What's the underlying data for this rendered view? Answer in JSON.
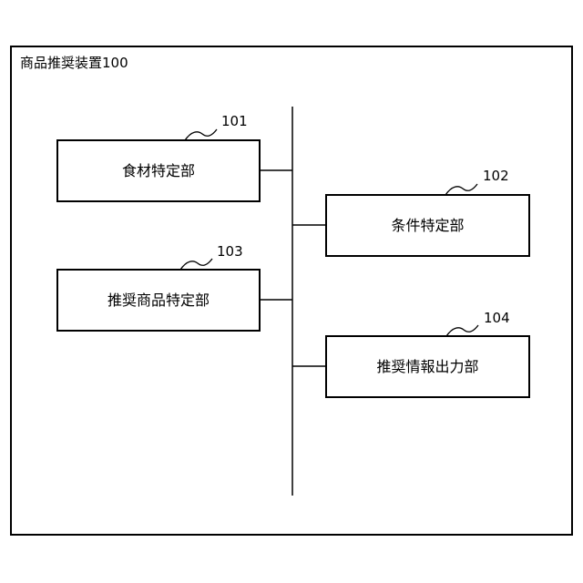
{
  "device": {
    "title": "商品推奨装置100"
  },
  "units": [
    {
      "ref": "101",
      "label": "食材特定部"
    },
    {
      "ref": "102",
      "label": "条件特定部"
    },
    {
      "ref": "103",
      "label": "推奨商品特定部"
    },
    {
      "ref": "104",
      "label": "推奨情報出力部"
    }
  ]
}
